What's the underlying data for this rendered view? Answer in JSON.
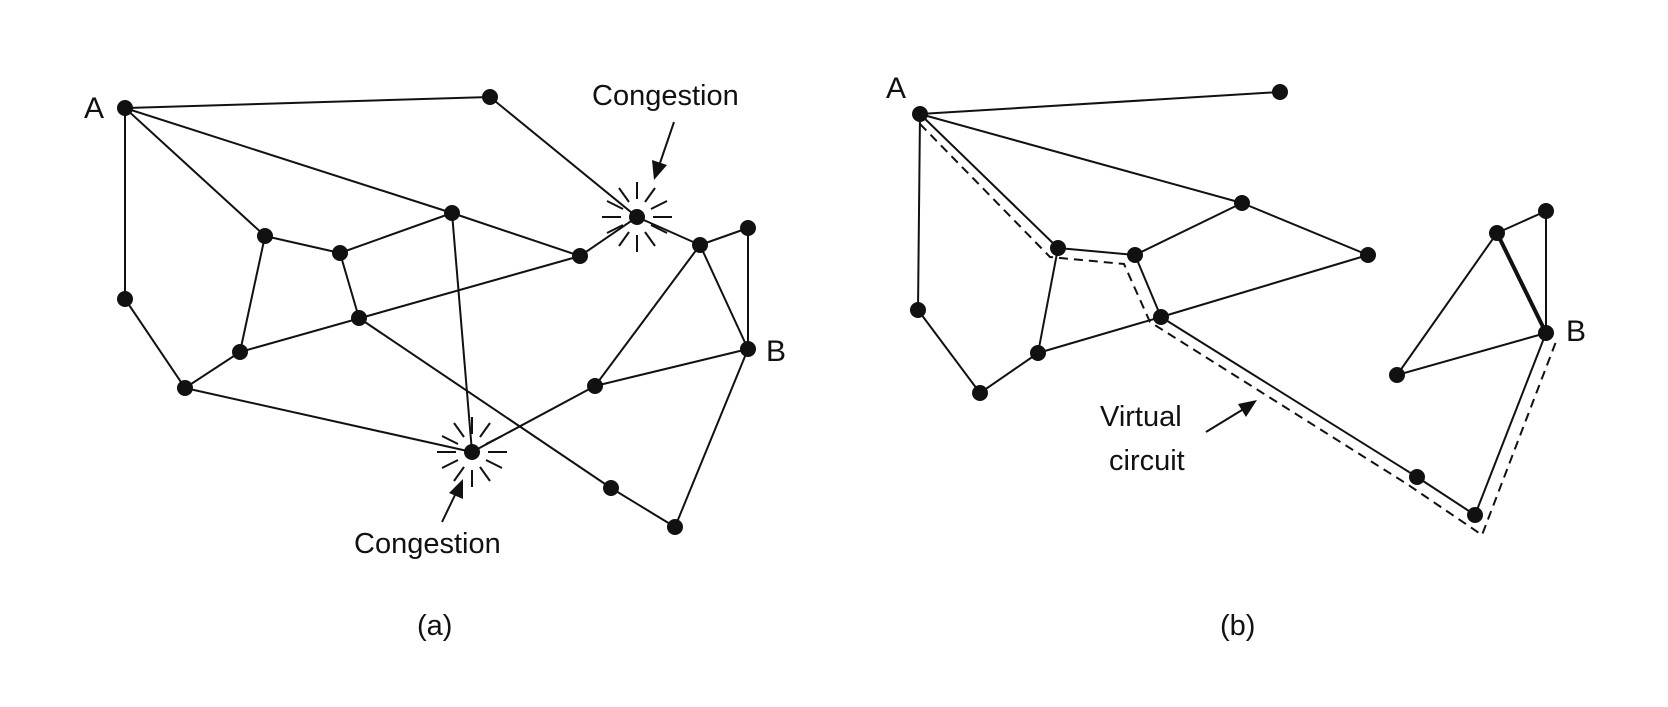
{
  "colors": {
    "ink": "#111111",
    "background": "#ffffff"
  },
  "panel_a": {
    "caption": "(a)",
    "node_a_label": "A",
    "node_b_label": "B",
    "congestion_top_label": "Congestion",
    "congestion_bottom_label": "Congestion"
  },
  "panel_b": {
    "caption": "(b)",
    "node_a_label": "A",
    "node_b_label": "B",
    "virtual_circuit_line1": "Virtual",
    "virtual_circuit_line2": "circuit"
  }
}
